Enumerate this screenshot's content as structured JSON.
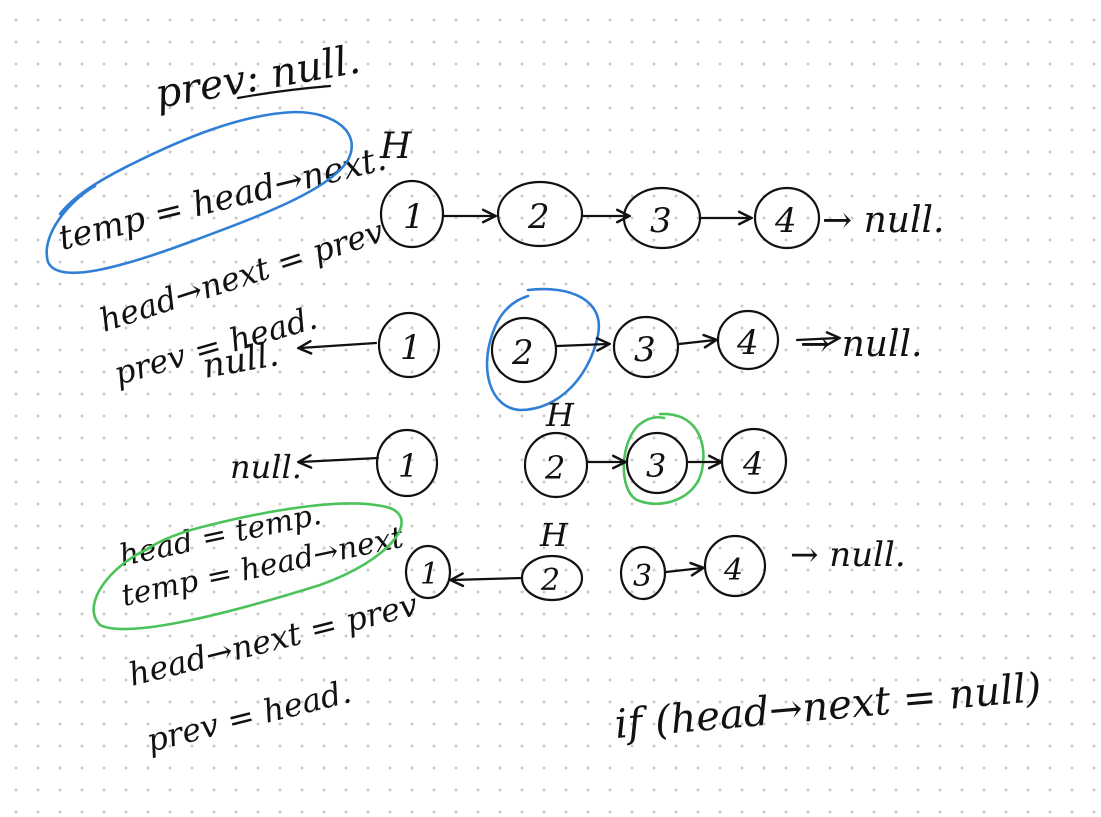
{
  "colors": {
    "ink": "#111111",
    "blue_highlight": "#2f7fd6",
    "green_highlight": "#4cc25a"
  },
  "notes": {
    "prev_init": "prev: null.",
    "temp_assign": "temp = head→next.",
    "head_next_assign": "head→next = prev",
    "prev_head_assign": "prev = head.",
    "null_label": "null.",
    "step4_head_temp": "head = temp.",
    "step4_temp_assign": "temp = head→next",
    "step4_head_next": "head→next = prev",
    "step4_prev_head": "prev = head.",
    "condition": "if (head→next = null)"
  },
  "head_marker": "H",
  "rows": [
    {
      "nodes": [
        "1",
        "2",
        "3",
        "4"
      ],
      "tail": "→ null."
    },
    {
      "left_null": "null.",
      "nodes": [
        "1",
        "2",
        "3",
        "4"
      ],
      "tail": "→ null."
    },
    {
      "left_null": "null.",
      "nodes": [
        "1",
        "2",
        "3",
        "4"
      ],
      "tail": ""
    },
    {
      "nodes": [
        "1",
        "2",
        "3",
        "4"
      ],
      "tail": "→ null."
    }
  ]
}
